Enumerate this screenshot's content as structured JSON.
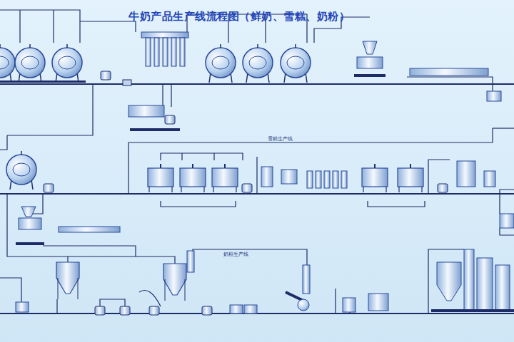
{
  "diagram": {
    "title": "牛奶产品生产线流程图（鲜奶、雪糕、奶粉）",
    "labels": [
      "雪糕生产线",
      "奶粉生产线"
    ]
  }
}
